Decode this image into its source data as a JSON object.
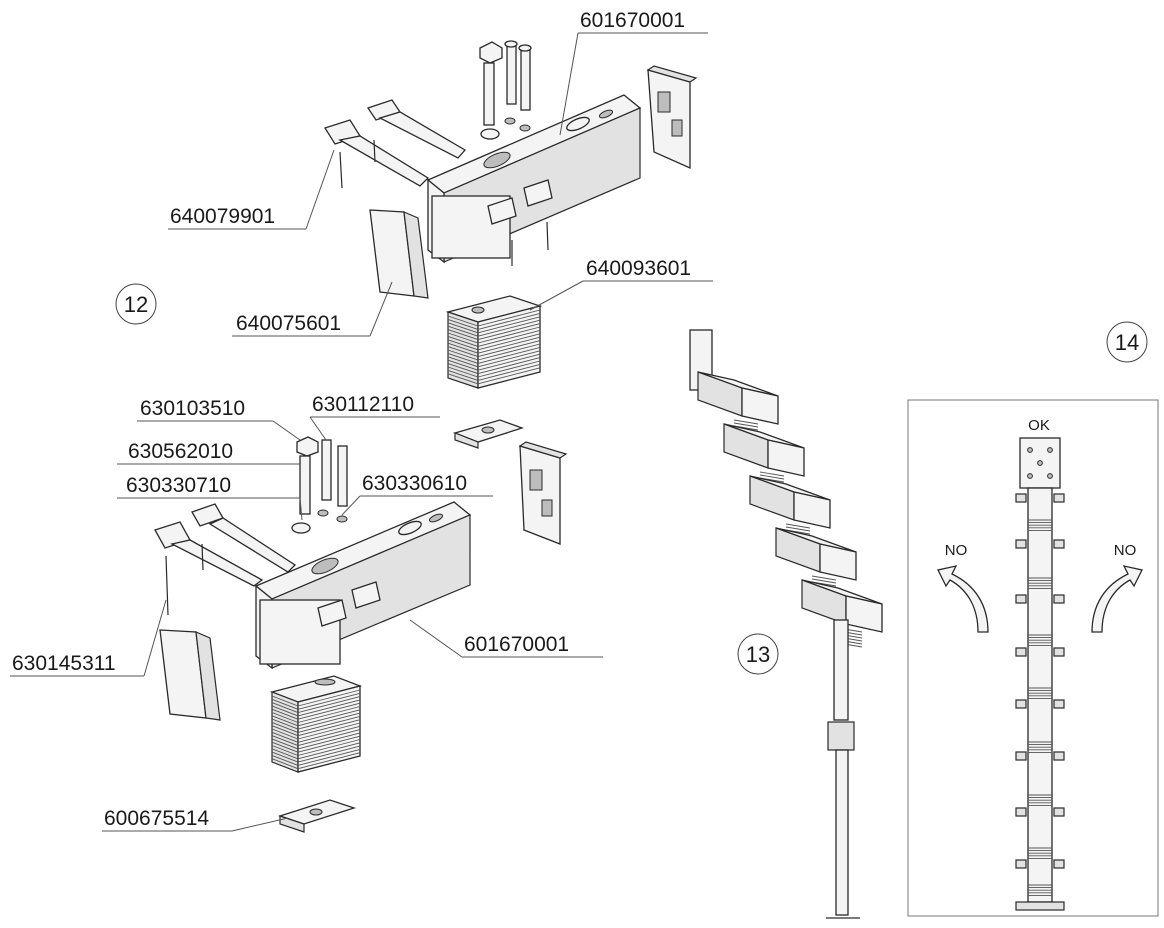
{
  "steps": [
    {
      "id": "12",
      "label": "12"
    },
    {
      "id": "13",
      "label": "13"
    },
    {
      "id": "14",
      "label": "14"
    }
  ],
  "parts": {
    "top_bracket": "601670001",
    "top_pin": "640079901",
    "top_endcap": "640075601",
    "top_weight": "640093601",
    "nut": "630103510",
    "long_bolt": "630112110",
    "bolt": "630562010",
    "washer": "630330710",
    "lock_washer": "630330610",
    "bottom_bracket": "601670001",
    "screw": "630145311",
    "base_plate": "600675514"
  },
  "step14": {
    "ok_label": "OK",
    "no_left_label": "NO",
    "no_right_label": "NO"
  }
}
